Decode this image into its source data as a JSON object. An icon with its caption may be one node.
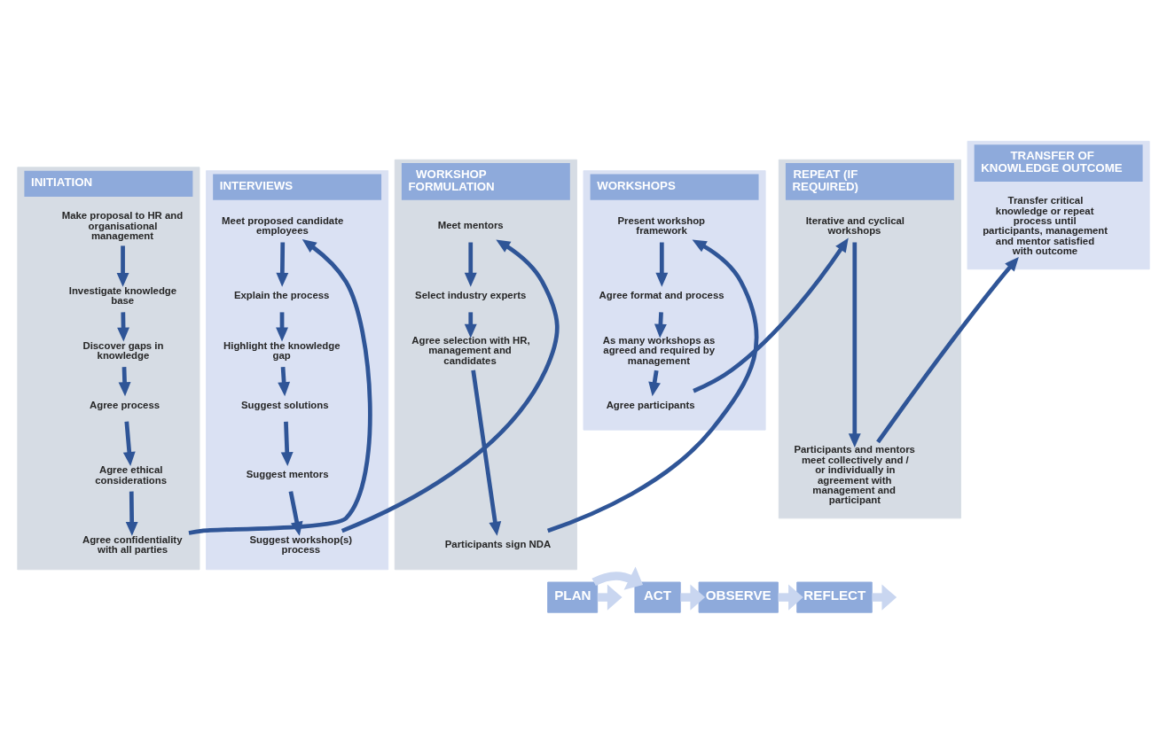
{
  "diagram": {
    "nodes": [
      {
        "text": [
          "INITIATION"
        ]
      },
      {
        "text": [
          "Make proposal to HR and organisational management"
        ],
        "in": 0
      },
      {
        "text": [
          "Investigate knowledge base"
        ],
        "in": 0
      },
      {
        "text": [
          "Discover gaps in knowledge"
        ],
        "in": 0
      },
      {
        "text": [
          "Agree process"
        ],
        "in": 0
      },
      {
        "text": [
          "Agree ethical considerations"
        ],
        "in": 0
      },
      {
        "text": [
          "Agree confidentiality with all parties"
        ],
        "in": 0
      },
      {
        "text": [
          "INTERVIEWS"
        ]
      },
      {
        "text": [
          "Meet proposed candidate employees"
        ],
        "in": 7
      },
      {
        "text": [
          "Explain the process"
        ],
        "in": 7
      },
      {
        "text": [
          "Highlight the knowledge gap"
        ],
        "in": 7
      },
      {
        "text": [
          "Suggest solutions"
        ],
        "in": 7
      },
      {
        "text": [
          "Suggest mentors"
        ],
        "in": 7
      },
      {
        "text": [
          "Suggest workshop(s) process"
        ],
        "in": 7
      },
      {
        "text": [
          "WORKSHOP FORMULATION"
        ]
      },
      {
        "text": [
          "Meet mentors"
        ],
        "in": 14
      },
      {
        "text": [
          "Select industry experts"
        ],
        "in": 14
      },
      {
        "text": [
          "Agree selection with HR, management and candidates"
        ],
        "in": 14
      },
      {
        "text": [
          "Participants sign NDA"
        ],
        "in": 14
      },
      {
        "text": [
          "WORKSHOPS"
        ]
      },
      {
        "text": [
          "Present workshop framework"
        ],
        "in": 19
      },
      {
        "text": [
          "Agree format and process"
        ],
        "in": 19
      },
      {
        "text": [
          "As many workshops as agreed and required by management"
        ],
        "in": 19
      },
      {
        "text": [
          "Agree participants"
        ],
        "in": 19
      },
      {
        "text": [
          "REPEAT (IF REQUIRED)"
        ]
      },
      {
        "text": [
          "Iterative and cyclical workshops"
        ],
        "in": 24
      },
      {
        "text": [
          "Participants and mentors meet collectively and / or individually in agreement with management and participant"
        ],
        "in": 24
      },
      {
        "text": [
          "TRANSFER OF KNOWLEDGE OUTCOME"
        ]
      },
      {
        "text": [
          "Transfer critical knowledge or repeat process until participants, management and mentor satisfied with outcome"
        ],
        "in": 27
      },
      {
        "text": [
          "PLAN"
        ]
      },
      {
        "text": [
          "ACT"
        ]
      },
      {
        "text": [
          "OBSERVE"
        ]
      },
      {
        "text": [
          "REFLECT"
        ]
      }
    ],
    "edges": [
      {
        "from": 1,
        "to": 2,
        "arrow": "to"
      },
      {
        "from": 2,
        "to": 3,
        "arrow": "to"
      },
      {
        "from": 3,
        "to": 4,
        "arrow": "to"
      },
      {
        "from": 4,
        "to": 5,
        "arrow": "to"
      },
      {
        "from": 5,
        "to": 6,
        "arrow": "to"
      },
      {
        "from": 6,
        "to": 8,
        "arrow": "to"
      },
      {
        "from": 8,
        "to": 9,
        "arrow": "to"
      },
      {
        "from": 9,
        "to": 10,
        "arrow": "to"
      },
      {
        "from": 10,
        "to": 11,
        "arrow": "to"
      },
      {
        "from": 11,
        "to": 12,
        "arrow": "to"
      },
      {
        "from": 12,
        "to": 13,
        "arrow": "to"
      },
      {
        "from": 13,
        "to": 15,
        "arrow": "to"
      },
      {
        "from": 15,
        "to": 16,
        "arrow": "to"
      },
      {
        "from": 16,
        "to": 17,
        "arrow": "to"
      },
      {
        "from": 17,
        "to": 18,
        "arrow": "to"
      },
      {
        "from": 18,
        "to": 20,
        "arrow": "to"
      },
      {
        "from": 20,
        "to": 21,
        "arrow": "to"
      },
      {
        "from": 21,
        "to": 22,
        "arrow": "to"
      },
      {
        "from": 22,
        "to": 23,
        "arrow": "to"
      },
      {
        "from": 23,
        "to": 25,
        "arrow": "to"
      },
      {
        "from": 25,
        "to": 26,
        "arrow": "to"
      },
      {
        "from": 26,
        "to": 28,
        "arrow": "to"
      },
      {
        "from": 29,
        "to": null,
        "arrow": "to",
        "style": "thick",
        "color": "#c9d6f0"
      },
      {
        "from": 29,
        "to": 30,
        "arrow": "to",
        "style": "thick",
        "color": "#c9d6f0"
      },
      {
        "from": 30,
        "to": 31,
        "arrow": "to",
        "style": "thick",
        "color": "#c9d6f0"
      },
      {
        "from": 31,
        "to": 32,
        "arrow": "to",
        "style": "thick",
        "color": "#c9d6f0"
      },
      {
        "from": 32,
        "to": null,
        "arrow": "to",
        "style": "thick",
        "color": "#c9d6f0"
      }
    ]
  }
}
